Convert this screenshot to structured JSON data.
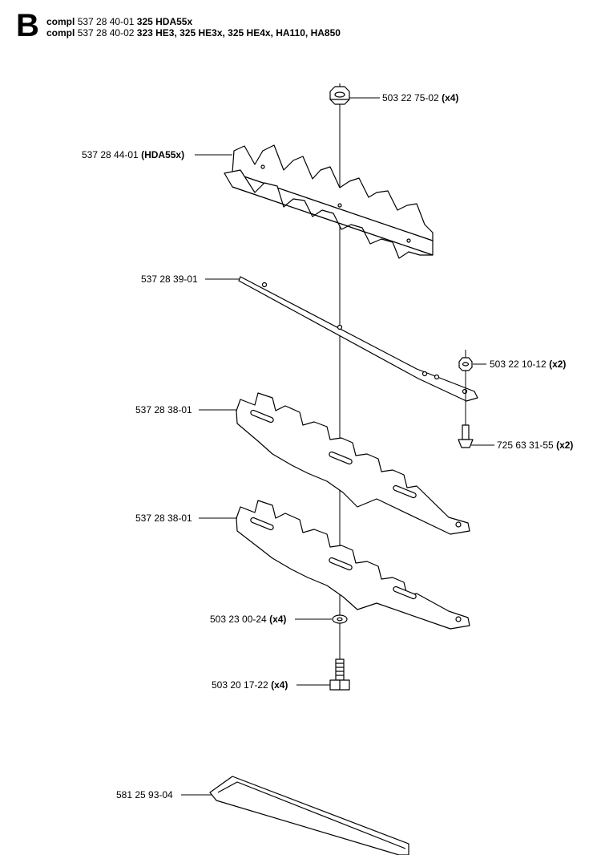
{
  "section": {
    "letter": "B"
  },
  "header": {
    "line1": {
      "prefix": "compl",
      "part": "537 28 40-01",
      "models": "325 HDA55x"
    },
    "line2": {
      "prefix": "compl",
      "part": "537 28 40-02",
      "models": "323 HE3, 325 HE3x, 325 HE4x, HA110, HA850"
    }
  },
  "callouts": {
    "nut_top": {
      "part": "503 22 75-02",
      "qty": "(x4)"
    },
    "blade_top": {
      "part": "537 28 44-01",
      "qty": "(HDA55x)"
    },
    "bar": {
      "part": "537 28 39-01"
    },
    "nut_side": {
      "part": "503 22 10-12",
      "qty": "(x2)"
    },
    "screw_side": {
      "part": "725 63 31-55",
      "qty": "(x2)"
    },
    "blade_mid": {
      "part": "537 28 38-01"
    },
    "blade_low": {
      "part": "537 28 38-01"
    },
    "washer": {
      "part": "503 23 00-24",
      "qty": "(x4)"
    },
    "screw": {
      "part": "503 20 17-22",
      "qty": "(x4)"
    },
    "guard": {
      "part": "581 25 93-04"
    }
  }
}
